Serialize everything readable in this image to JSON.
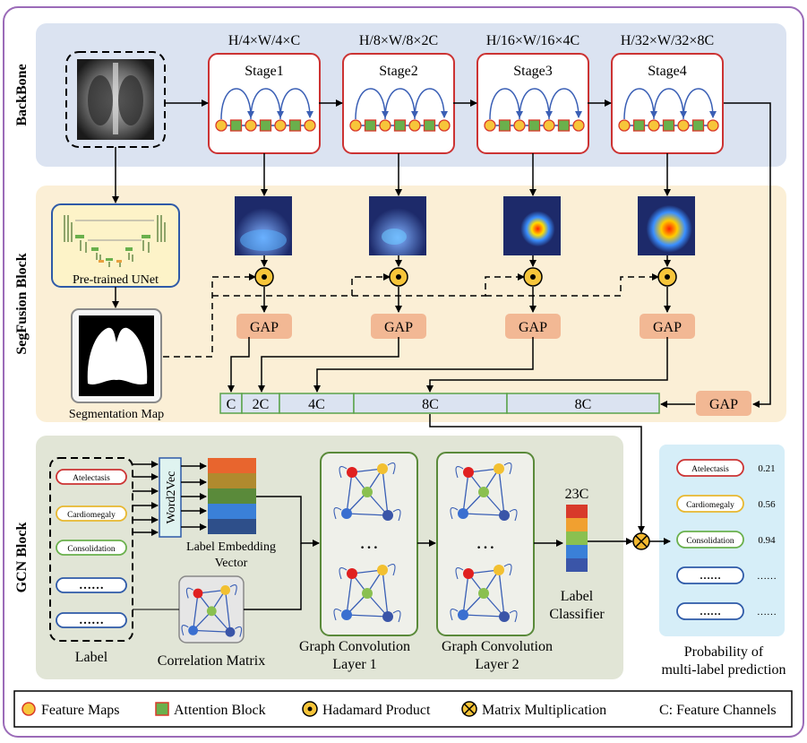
{
  "sections": {
    "backbone": "BackBone",
    "segfusion": "SegFusion Block",
    "gcn": "GCN Block"
  },
  "backbone": {
    "stages": [
      {
        "name": "Stage1",
        "dims": "H/4×W/4×C"
      },
      {
        "name": "Stage2",
        "dims": "H/8×W/8×2C"
      },
      {
        "name": "Stage3",
        "dims": "H/16×W/16×4C"
      },
      {
        "name": "Stage4",
        "dims": "H/32×W/32×8C"
      }
    ]
  },
  "segfusion": {
    "unet_label": "Pre-trained UNet",
    "seg_map_label": "Segmentation  Map",
    "gap_label": "GAP",
    "concat_cells": [
      "C",
      "2C",
      "4C",
      "8C",
      "8C"
    ]
  },
  "gcn": {
    "labels": [
      "Atelectasis",
      "Cardiomegaly",
      "Consolidation",
      "……",
      "……"
    ],
    "label_caption": "Label",
    "word2vec": "Word2Vec",
    "embedding_caption_1": "Label Embedding",
    "embedding_caption_2": "Vector",
    "correlation_caption": "Correlation Matrix",
    "gc_layer1_line1": "Graph Convolution",
    "gc_layer1_line2": "Layer 1",
    "gc_layer2_line1": "Graph Convolution",
    "gc_layer2_line2": "Layer 2",
    "ellipsis": "…",
    "classifier_dim": "23C",
    "classifier_caption_1": "Label",
    "classifier_caption_2": "Classifier"
  },
  "prediction": {
    "items": [
      {
        "label": "Atelectasis",
        "prob": "0.21",
        "color": "#cc3333"
      },
      {
        "label": "Cardiomegaly",
        "prob": "0.56",
        "color": "#e8b830"
      },
      {
        "label": "Consolidation",
        "prob": "0.94",
        "color": "#6ab04c"
      },
      {
        "label": "……",
        "prob": "……",
        "color": "#2e5aa8"
      },
      {
        "label": "……",
        "prob": "……",
        "color": "#2e5aa8"
      }
    ],
    "caption_1": "Probability of",
    "caption_2": "multi-label prediction"
  },
  "legend": {
    "feature_maps": "Feature Maps",
    "attention_block": "Attention Block",
    "hadamard": "Hadamard Product",
    "matmul": "Matrix Multiplication",
    "channels": "C: Feature Channels"
  },
  "colors": {
    "backbone_bg": "#dbe3f1",
    "segfusion_bg": "#fbefd6",
    "gcn_bg": "#e1e5d6",
    "pred_bg": "#d6eef8",
    "stage_border": "#cc3333",
    "gap_fill": "#f2b894",
    "concat_border": "#5ba34a",
    "outer_border": "#9b6bb8"
  }
}
